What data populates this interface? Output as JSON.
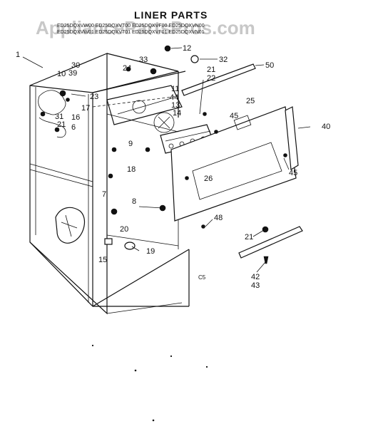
{
  "title": "LINER PARTS",
  "watermark": "AppliancePartsPros.com",
  "model_lines": [
    "ED25DQXVW00 ED25DQXVT00 ED25DQXVF00 ED25DQXVN00",
    "ED25DQXVW01 ED25DQXVT01 ED25DQXVF01 ED25DQXVN01"
  ],
  "page_code": "C5",
  "callouts": [
    {
      "id": "c1",
      "text": "1"
    },
    {
      "id": "c12",
      "text": "12"
    },
    {
      "id": "c30",
      "text": "30"
    },
    {
      "id": "c10",
      "text": "10"
    },
    {
      "id": "c39",
      "text": "39"
    },
    {
      "id": "c24",
      "text": "24"
    },
    {
      "id": "c33",
      "text": "33"
    },
    {
      "id": "c32",
      "text": "32"
    },
    {
      "id": "c50",
      "text": "50"
    },
    {
      "id": "c23",
      "text": "23"
    },
    {
      "id": "c11",
      "text": "11"
    },
    {
      "id": "c44",
      "text": "44"
    },
    {
      "id": "c13",
      "text": "13"
    },
    {
      "id": "c14",
      "text": "14"
    },
    {
      "id": "c21a",
      "text": "21"
    },
    {
      "id": "c22",
      "text": "22"
    },
    {
      "id": "c17",
      "text": "17"
    },
    {
      "id": "c16",
      "text": "16"
    },
    {
      "id": "c31",
      "text": "31"
    },
    {
      "id": "c21b",
      "text": "21"
    },
    {
      "id": "c6",
      "text": "6"
    },
    {
      "id": "c25",
      "text": "25"
    },
    {
      "id": "c45a",
      "text": "45"
    },
    {
      "id": "c40",
      "text": "40"
    },
    {
      "id": "c9",
      "text": "9"
    },
    {
      "id": "c18",
      "text": "18"
    },
    {
      "id": "c45b",
      "text": "45"
    },
    {
      "id": "c26",
      "text": "26"
    },
    {
      "id": "c7",
      "text": "7"
    },
    {
      "id": "c8",
      "text": "8"
    },
    {
      "id": "c48",
      "text": "48"
    },
    {
      "id": "c20",
      "text": "20"
    },
    {
      "id": "c21c",
      "text": "21"
    },
    {
      "id": "c15",
      "text": "15"
    },
    {
      "id": "c19",
      "text": "19"
    },
    {
      "id": "c42",
      "text": "42"
    },
    {
      "id": "c43",
      "text": "43"
    }
  ]
}
